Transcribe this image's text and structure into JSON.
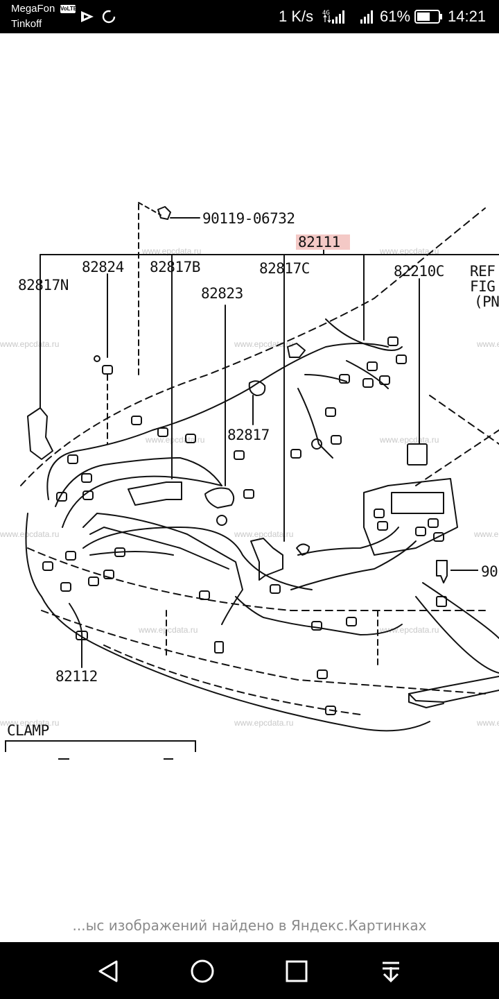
{
  "status_bar": {
    "carrier_1": "MegaFon",
    "carrier_1_badge": "VoLTE",
    "carrier_2": "Tinkoff",
    "net_speed": "1 K/s",
    "network_type": "4G",
    "battery_percent": "61%",
    "battery_level": 0.61,
    "time": "14:21",
    "icons": [
      "volte-badge",
      "play-store-icon",
      "sync-icon",
      "4g-signal-icon",
      "signal-icon",
      "battery-icon"
    ]
  },
  "diagram": {
    "part_numbers": {
      "bolt": "90119-06732",
      "main": "82111",
      "p82817n": "82817N",
      "p82824": "82824",
      "p82817b": "82817B",
      "p82817c": "82817C",
      "p82210c": "82210C",
      "p82823": "82823",
      "p82817": "82817",
      "p82112": "82112",
      "bolt_right": "90",
      "ref_line1": "REF",
      "ref_line2": "FIG",
      "ref_line3": "(PN"
    },
    "clamp_label": "CLAMP",
    "watermark": "www.epcdata.ru",
    "highlight_color": "#f4c9c6"
  },
  "caption": "...ыс изображений найдено в Яндекс.Картинках",
  "nav": {
    "icons": [
      "back-icon",
      "home-icon",
      "recents-icon",
      "notifications-pull-icon"
    ]
  }
}
